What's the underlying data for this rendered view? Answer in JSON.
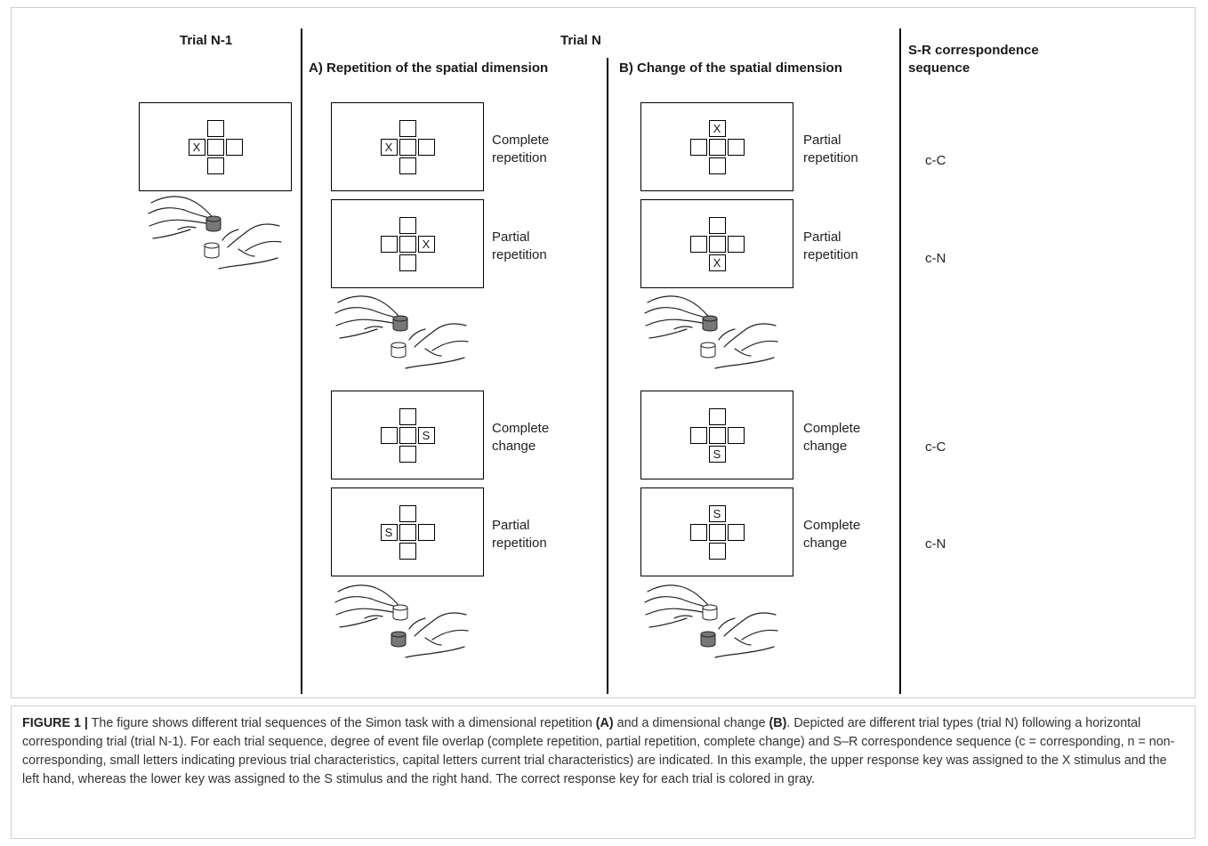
{
  "headers": {
    "trial_prev": "Trial N-1",
    "trial_n": "Trial N",
    "col_a": "A) Repetition of the spatial dimension",
    "col_b": "B) Change of the spatial dimension",
    "col_sr_line1": "S-R correspondence",
    "col_sr_line2": "sequence"
  },
  "previous_trial": {
    "stimulus": "X",
    "stimulus_position": "left",
    "gray_key": "upper"
  },
  "trials": [
    {
      "a_stimulus": "X",
      "a_position": "left",
      "a_label": [
        "Complete",
        "repetition"
      ],
      "b_stimulus": "X",
      "b_position": "top",
      "b_label": [
        "Partial",
        "repetition"
      ],
      "sequence": "c-C"
    },
    {
      "a_stimulus": "X",
      "a_position": "right",
      "a_label": [
        "Partial",
        "repetition"
      ],
      "b_stimulus": "X",
      "b_position": "bottom",
      "b_label": [
        "Partial",
        "repetition"
      ],
      "sequence": "c-N"
    },
    {
      "a_stimulus": "S",
      "a_position": "right",
      "a_label": [
        "Complete",
        "change"
      ],
      "b_stimulus": "S",
      "b_position": "bottom",
      "b_label": [
        "Complete",
        "change"
      ],
      "sequence": "c-C"
    },
    {
      "a_stimulus": "S",
      "a_position": "left",
      "a_label": [
        "Partial",
        "repetition"
      ],
      "b_stimulus": "S",
      "b_position": "top",
      "b_label": [
        "Complete",
        "change"
      ],
      "sequence": "c-N"
    }
  ],
  "response_keys": {
    "x_pair_gray_key": "upper",
    "s_pair_gray_key": "lower",
    "gray_color": "#777777"
  },
  "caption": {
    "label": "FIGURE 1 |",
    "t1": " The figure shows different trial sequences of the Simon task with a dimensional repetition ",
    "a": "(A)",
    "t2": " and a dimensional change ",
    "b": "(B)",
    "t3": ". Depicted are different trial types (trial N) following a horizontal corresponding trial (trial N-1). For each trial sequence, degree of event file overlap (complete repetition, partial repetition, complete change) and S–R correspondence sequence (c = corresponding, n = non-corresponding, small letters indicating previous trial characteristics, capital letters current trial characteristics) are indicated. In this example, the upper response key was assigned to the X stimulus and the left hand, whereas the lower key was assigned to the S stimulus and the right hand. The correct response key for each trial is colored in gray."
  }
}
